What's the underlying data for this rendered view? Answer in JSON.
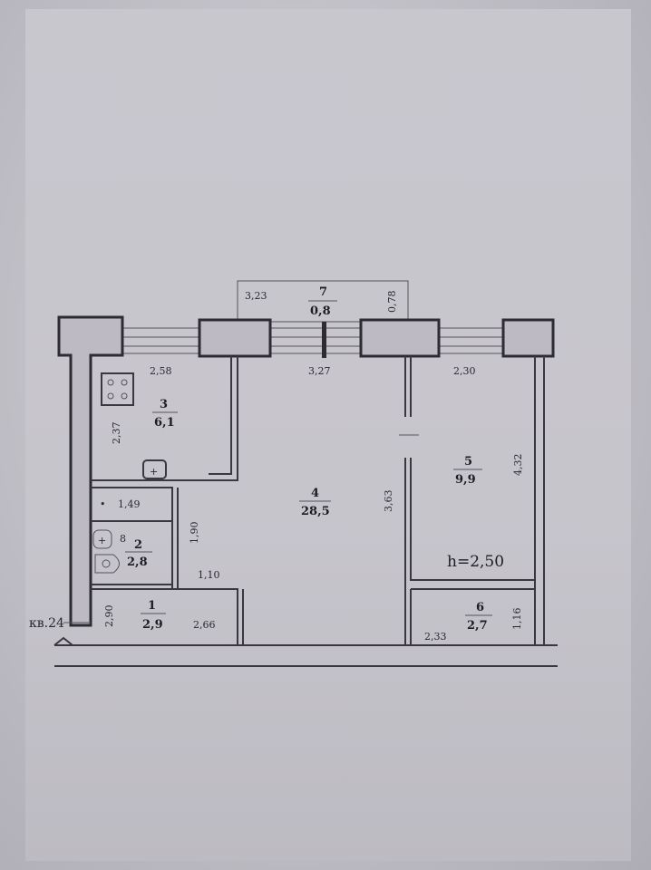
{
  "apartment_label": "кв.24",
  "ceiling_height": "h=2,50",
  "rooms": [
    {
      "number": "1",
      "area": "2,9"
    },
    {
      "number": "2",
      "area": "2,8"
    },
    {
      "number": "3",
      "area": "6,1"
    },
    {
      "number": "4",
      "area": "28,5"
    },
    {
      "number": "5",
      "area": "9,9"
    },
    {
      "number": "6",
      "area": "2,7"
    },
    {
      "number": "7",
      "area": "0,8"
    }
  ],
  "dimensions": {
    "balcony_length": "3,23",
    "balcony_depth": "0,78",
    "room4_width": "3,27",
    "room5_width": "2,30",
    "kitchen_width": "2,58",
    "kitchen_depth": "2,37",
    "bath_width": "1,49",
    "bath_depth": "1,90",
    "hall_width_top": "1,10",
    "hall_depth": "2,90",
    "hall_length": "2,66",
    "room4_depth": "3,63",
    "room5_depth": "4,32",
    "room6_width": "2,33",
    "room6_depth": "1,16"
  },
  "symbols": {
    "bath_label": "8"
  }
}
